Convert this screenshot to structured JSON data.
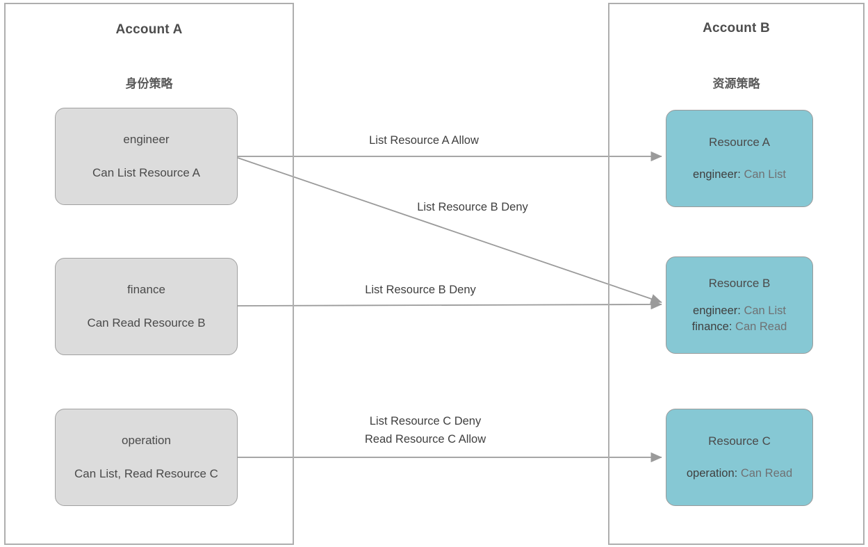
{
  "diagram": {
    "title": "AWS cross-account identity and resource policy evaluation",
    "colors": {
      "identity_box_fill": "#dcdcdc",
      "resource_box_fill": "#86c8d4",
      "box_stroke": "#a0a0a0",
      "panel_stroke": "#aeaeae",
      "edge_stroke": "#9a9a9a",
      "text": "#4a4a4a",
      "value_text": "#6f7173"
    }
  },
  "panels": [
    {
      "id": "account-a",
      "title": "Account A",
      "subtitle": "身份策略"
    },
    {
      "id": "account-b",
      "title": "Account B",
      "subtitle": "资源策略"
    }
  ],
  "identity_nodes": [
    {
      "id": "engineer",
      "title": "engineer",
      "subtitle": "Can List Resource A"
    },
    {
      "id": "finance",
      "title": "finance",
      "subtitle": "Can Read Resource B"
    },
    {
      "id": "operation",
      "title": "operation",
      "subtitle": "Can List, Read Resource C"
    }
  ],
  "resource_nodes": [
    {
      "id": "resource-a",
      "title": "Resource A",
      "permissions": [
        {
          "principal": "engineer:",
          "action": "Can List"
        }
      ]
    },
    {
      "id": "resource-b",
      "title": "Resource B",
      "permissions": [
        {
          "principal": "engineer:",
          "action": "Can List"
        },
        {
          "principal": "finance:",
          "action": "Can Read"
        }
      ]
    },
    {
      "id": "resource-c",
      "title": "Resource C",
      "permissions": [
        {
          "principal": "operation:",
          "action": "Can Read"
        }
      ]
    }
  ],
  "edges": [
    {
      "id": "engineer-to-resource-a",
      "from": "engineer",
      "to": "resource-a",
      "label": "List Resource A Allow"
    },
    {
      "id": "engineer-to-resource-b",
      "from": "engineer",
      "to": "resource-b",
      "label": "List Resource B Deny"
    },
    {
      "id": "finance-to-resource-b",
      "from": "finance",
      "to": "resource-b",
      "label": "List Resource B Deny"
    },
    {
      "id": "operation-to-resource-c",
      "from": "operation",
      "to": "resource-c",
      "label": "List Resource C Deny\nRead Resource C Allow"
    }
  ]
}
